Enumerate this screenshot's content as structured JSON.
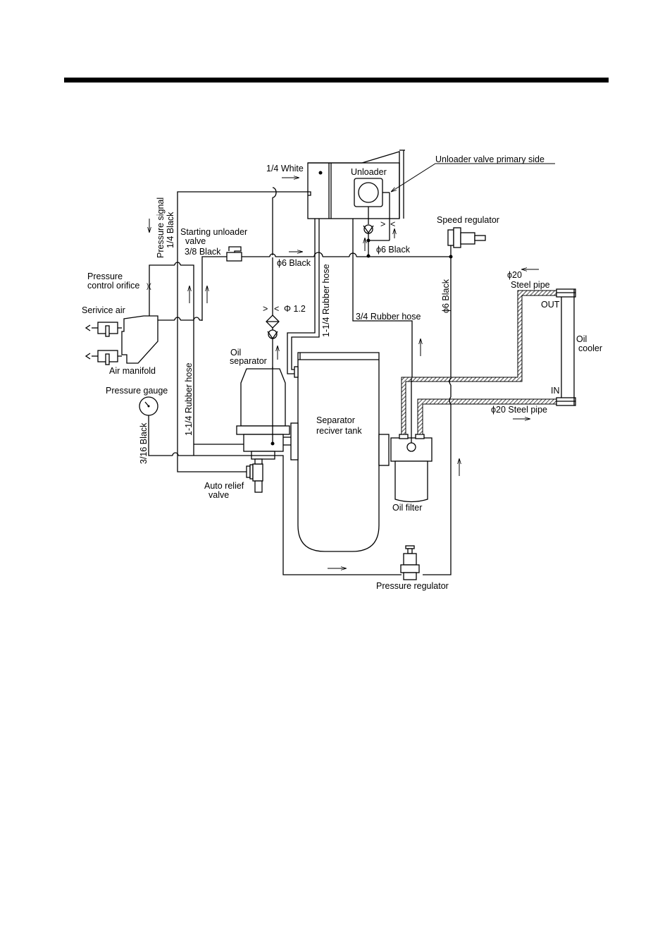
{
  "diagram": {
    "type": "pneumatic-piping-schematic",
    "labels": {
      "unloader": "Unloader",
      "unloader_primary": "Unloader valve primary side",
      "quarter_white": "1/4 White",
      "pressure_signal": "Pressure signal",
      "quarter_black": "1/4 Black",
      "starting_unloader_1": "Starting unloader",
      "starting_unloader_2": "valve",
      "three_eighths_black": "3/8 Black",
      "phi6_black_a": "ϕ6 Black",
      "phi6_black_b": "ϕ6 Black",
      "phi6_black_c": "ϕ6 Black",
      "speed_regulator": "Speed regulator",
      "pressure_control_1": "Pressure",
      "pressure_control_2": "control orifice",
      "service_air": "Serivice air",
      "air_manifold": "Air manifold",
      "orifice_phi": "Φ 1.2",
      "oil_separator_1": "Oil",
      "oil_separator_2": "separator",
      "rubber_hose_114_a": "1-1/4 Rubber hose",
      "rubber_hose_114_b": "1-1/4 Rubber hose",
      "rubber_hose_34": "3/4 Rubber hose",
      "steel_pipe_top_1": "ϕ20",
      "steel_pipe_top_2": "Steel pipe",
      "out": "OUT",
      "in": "IN",
      "oil_cooler_1": "Oil",
      "oil_cooler_2": "cooler",
      "steel_pipe_bottom": "ϕ20 Steel pipe",
      "pressure_gauge": "Pressure gauge",
      "three_sixteenths_black": "3/16 Black",
      "separator_tank_1": "Separator",
      "separator_tank_2": "reciver tank",
      "oil_filter": "Oil filter",
      "auto_relief_1": "Auto relief",
      "auto_relief_2": "valve",
      "pressure_regulator": "Pressure regulator"
    },
    "components": [
      "Unloader",
      "Starting unloader valve",
      "Speed regulator",
      "Pressure control orifice",
      "Air manifold",
      "Oil separator",
      "Separator reciver tank",
      "Oil filter",
      "Oil cooler",
      "Pressure gauge",
      "Auto relief valve",
      "Pressure regulator"
    ]
  }
}
